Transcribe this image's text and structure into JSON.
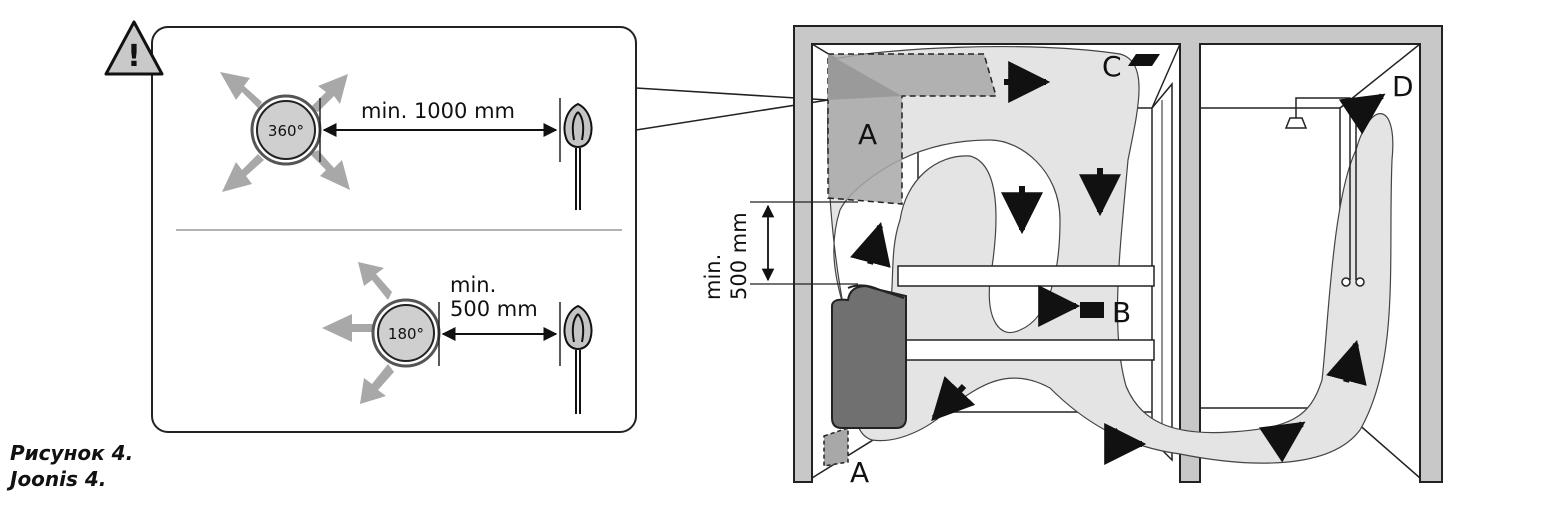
{
  "callout": {
    "warning_mark": "!",
    "top": {
      "angle_label": "360°",
      "distance_label": "min. 1000 mm"
    },
    "bottom": {
      "angle_label": "180°",
      "distance_line1": "min.",
      "distance_line2": "500 mm"
    }
  },
  "room": {
    "vertical_dimension_line1": "min.",
    "vertical_dimension_line2": "500 mm",
    "label_a_top": "A",
    "label_a_bottom": "A",
    "label_b": "B",
    "label_c": "C",
    "label_d": "D"
  },
  "caption": {
    "line1": "Рисунок 4.",
    "line2": "Joonis 4."
  }
}
